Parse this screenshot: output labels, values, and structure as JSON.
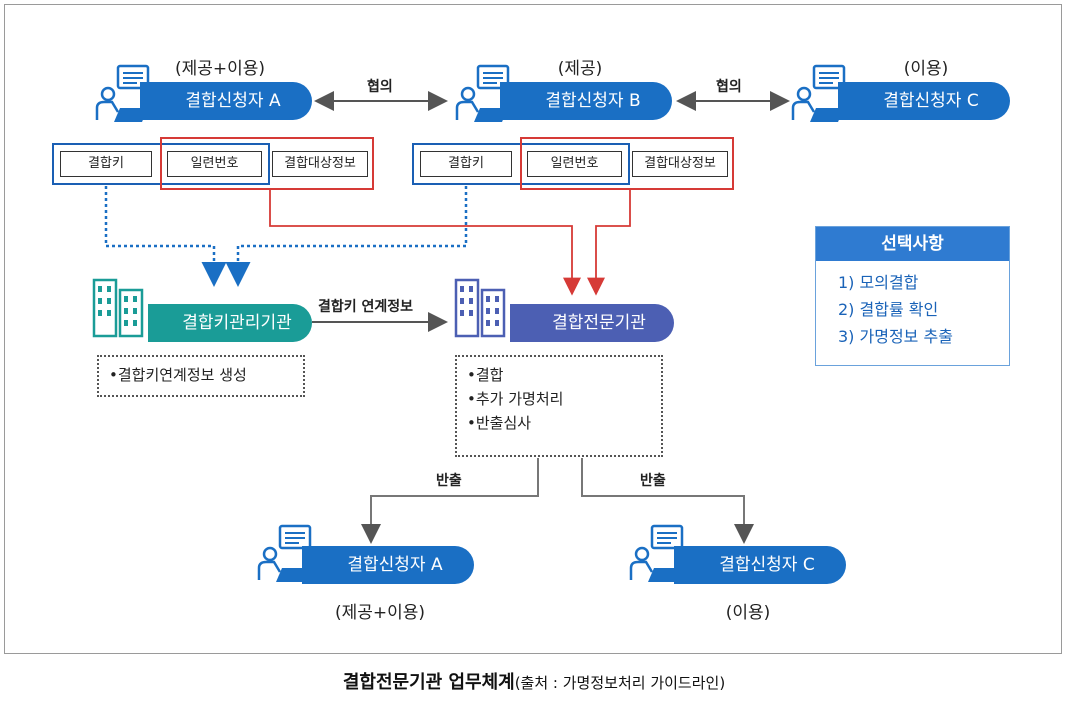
{
  "applicants": {
    "a": {
      "name": "결합신청자 A",
      "role": "(제공+이용)"
    },
    "b": {
      "name": "결합신청자 B",
      "role": "(제공)"
    },
    "c": {
      "name": "결합신청자 C",
      "role": "(이용)"
    }
  },
  "agreement_label": "협의",
  "data_items": {
    "key": "결합키",
    "serial": "일련번호",
    "target": "결합대상정보"
  },
  "institutions": {
    "key_mgmt": "결합키관리기관",
    "expert": "결합전문기관",
    "link_label": "결합키 연계정보"
  },
  "key_mgmt_tasks": [
    "•결합키연계정보 생성"
  ],
  "expert_tasks": [
    "•결합",
    "•추가 가명처리",
    "•반출심사"
  ],
  "export_label": "반출",
  "outputs": {
    "a": {
      "name": "결합신청자 A",
      "role": "(제공+이용)"
    },
    "c": {
      "name": "결합신청자 C",
      "role": "(이용)"
    }
  },
  "options": {
    "title": "선택사항",
    "items": [
      "1) 모의결합",
      "2) 결합률 확인",
      "3) 가명정보 추출"
    ]
  },
  "caption": {
    "title": "결합전문기관 업무체계",
    "source": "(출처 : 가명정보처리 가이드라인)"
  }
}
